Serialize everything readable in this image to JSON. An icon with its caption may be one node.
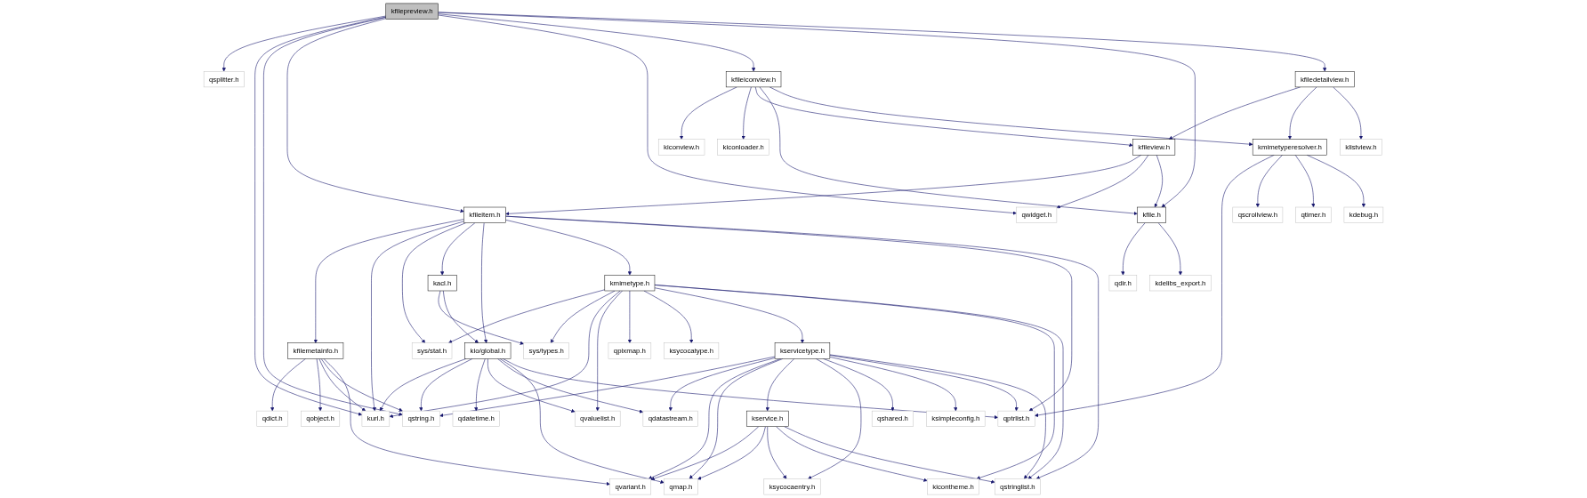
{
  "diagram": {
    "nodes": [
      {
        "text": [
          "kfilepreview.h"
        ]
      },
      {
        "text": [
          "qsplitter.h"
        ]
      },
      {
        "text": [
          "kfileiconview.h"
        ]
      },
      {
        "text": [
          "kfiledetailview.h"
        ]
      },
      {
        "text": [
          "kiconview.h"
        ]
      },
      {
        "text": [
          "kiconloader.h"
        ]
      },
      {
        "text": [
          "kfileview.h"
        ]
      },
      {
        "text": [
          "kmimetyperesolver.h"
        ]
      },
      {
        "text": [
          "klistview.h"
        ]
      },
      {
        "text": [
          "kfileitem.h"
        ]
      },
      {
        "text": [
          "qwidget.h"
        ]
      },
      {
        "text": [
          "kfile.h"
        ]
      },
      {
        "text": [
          "qscrollview.h"
        ]
      },
      {
        "text": [
          "qtimer.h"
        ]
      },
      {
        "text": [
          "kdebug.h"
        ]
      },
      {
        "text": [
          "kacl.h"
        ]
      },
      {
        "text": [
          "kmimetype.h"
        ]
      },
      {
        "text": [
          "qdir.h"
        ]
      },
      {
        "text": [
          "kdelibs_export.h"
        ]
      },
      {
        "text": [
          "kfilemetainfo.h"
        ]
      },
      {
        "text": [
          "sys/stat.h"
        ]
      },
      {
        "text": [
          "sys/types.h"
        ]
      },
      {
        "text": [
          "kio/global.h"
        ]
      },
      {
        "text": [
          "qpixmap.h"
        ]
      },
      {
        "text": [
          "ksycocatype.h"
        ]
      },
      {
        "text": [
          "kservicetype.h"
        ]
      },
      {
        "text": [
          "qdict.h"
        ]
      },
      {
        "text": [
          "qobject.h"
        ]
      },
      {
        "text": [
          "kurl.h"
        ]
      },
      {
        "text": [
          "qstring.h"
        ]
      },
      {
        "text": [
          "qdatetime.h"
        ]
      },
      {
        "text": [
          "qvaluelist.h"
        ]
      },
      {
        "text": [
          "qdatastream.h"
        ]
      },
      {
        "text": [
          "kservice.h"
        ]
      },
      {
        "text": [
          "qshared.h"
        ]
      },
      {
        "text": [
          "ksimpleconfig.h"
        ]
      },
      {
        "text": [
          "qptrlist.h"
        ]
      },
      {
        "text": [
          "qvariant.h"
        ]
      },
      {
        "text": [
          "qmap.h"
        ]
      },
      {
        "text": [
          "ksycocaentry.h"
        ]
      },
      {
        "text": [
          "kicontheme.h"
        ]
      },
      {
        "text": [
          "qstringlist.h"
        ]
      }
    ],
    "edges": [
      {
        "from": 0,
        "to": 1,
        "arrow": "to"
      },
      {
        "from": 0,
        "to": 28,
        "arrow": "to"
      },
      {
        "from": 0,
        "to": 29,
        "arrow": "to"
      },
      {
        "from": 0,
        "to": 9,
        "arrow": "to"
      },
      {
        "from": 0,
        "to": 10,
        "arrow": "to"
      },
      {
        "from": 0,
        "to": 2,
        "arrow": "to"
      },
      {
        "from": 0,
        "to": 11,
        "arrow": "to"
      },
      {
        "from": 0,
        "to": 3,
        "arrow": "to"
      },
      {
        "from": 2,
        "to": 4,
        "arrow": "to"
      },
      {
        "from": 2,
        "to": 5,
        "arrow": "to"
      },
      {
        "from": 2,
        "to": 6,
        "arrow": "to"
      },
      {
        "from": 2,
        "to": 11,
        "arrow": "to"
      },
      {
        "from": 2,
        "to": 7,
        "arrow": "to"
      },
      {
        "from": 3,
        "to": 6,
        "arrow": "to"
      },
      {
        "from": 3,
        "to": 7,
        "arrow": "to"
      },
      {
        "from": 3,
        "to": 8,
        "arrow": "to"
      },
      {
        "from": 6,
        "to": 9,
        "arrow": "to"
      },
      {
        "from": 6,
        "to": 10,
        "arrow": "to"
      },
      {
        "from": 6,
        "to": 11,
        "arrow": "to"
      },
      {
        "from": 7,
        "to": 36,
        "arrow": "to"
      },
      {
        "from": 7,
        "to": 12,
        "arrow": "to"
      },
      {
        "from": 7,
        "to": 13,
        "arrow": "to"
      },
      {
        "from": 7,
        "to": 14,
        "arrow": "to"
      },
      {
        "from": 11,
        "to": 17,
        "arrow": "to"
      },
      {
        "from": 11,
        "to": 18,
        "arrow": "to"
      },
      {
        "from": 9,
        "to": 19,
        "arrow": "to"
      },
      {
        "from": 9,
        "to": 28,
        "arrow": "to"
      },
      {
        "from": 9,
        "to": 20,
        "arrow": "to"
      },
      {
        "from": 9,
        "to": 15,
        "arrow": "to"
      },
      {
        "from": 9,
        "to": 22,
        "arrow": "to"
      },
      {
        "from": 9,
        "to": 16,
        "arrow": "to"
      },
      {
        "from": 9,
        "to": 36,
        "arrow": "to"
      },
      {
        "from": 9,
        "to": 41,
        "arrow": "to"
      },
      {
        "from": 15,
        "to": 21,
        "arrow": "to"
      },
      {
        "from": 15,
        "to": 22,
        "arrow": "to"
      },
      {
        "from": 16,
        "to": 20,
        "arrow": "to"
      },
      {
        "from": 16,
        "to": 21,
        "arrow": "to"
      },
      {
        "from": 16,
        "to": 28,
        "arrow": "to"
      },
      {
        "from": 16,
        "to": 31,
        "arrow": "to"
      },
      {
        "from": 16,
        "to": 23,
        "arrow": "to"
      },
      {
        "from": 16,
        "to": 24,
        "arrow": "to"
      },
      {
        "from": 16,
        "to": 25,
        "arrow": "to"
      },
      {
        "from": 16,
        "to": 40,
        "arrow": "to"
      },
      {
        "from": 16,
        "to": 41,
        "arrow": "to"
      },
      {
        "from": 19,
        "to": 26,
        "arrow": "to"
      },
      {
        "from": 19,
        "to": 27,
        "arrow": "to"
      },
      {
        "from": 19,
        "to": 28,
        "arrow": "to"
      },
      {
        "from": 19,
        "to": 29,
        "arrow": "to"
      },
      {
        "from": 19,
        "to": 37,
        "arrow": "to"
      },
      {
        "from": 22,
        "to": 28,
        "arrow": "to"
      },
      {
        "from": 22,
        "to": 29,
        "arrow": "to"
      },
      {
        "from": 22,
        "to": 30,
        "arrow": "to"
      },
      {
        "from": 22,
        "to": 31,
        "arrow": "to"
      },
      {
        "from": 22,
        "to": 32,
        "arrow": "to"
      },
      {
        "from": 22,
        "to": 38,
        "arrow": "to"
      },
      {
        "from": 22,
        "to": 36,
        "arrow": "to"
      },
      {
        "from": 25,
        "to": 29,
        "arrow": "to"
      },
      {
        "from": 25,
        "to": 32,
        "arrow": "to"
      },
      {
        "from": 25,
        "to": 37,
        "arrow": "to"
      },
      {
        "from": 25,
        "to": 38,
        "arrow": "to"
      },
      {
        "from": 25,
        "to": 33,
        "arrow": "to"
      },
      {
        "from": 25,
        "to": 39,
        "arrow": "to"
      },
      {
        "from": 25,
        "to": 34,
        "arrow": "to"
      },
      {
        "from": 25,
        "to": 35,
        "arrow": "to"
      },
      {
        "from": 25,
        "to": 36,
        "arrow": "to"
      },
      {
        "from": 25,
        "to": 41,
        "arrow": "to"
      },
      {
        "from": 33,
        "to": 37,
        "arrow": "to"
      },
      {
        "from": 33,
        "to": 38,
        "arrow": "to"
      },
      {
        "from": 33,
        "to": 39,
        "arrow": "to"
      },
      {
        "from": 33,
        "to": 40,
        "arrow": "to"
      },
      {
        "from": 33,
        "to": 41,
        "arrow": "to"
      }
    ]
  }
}
